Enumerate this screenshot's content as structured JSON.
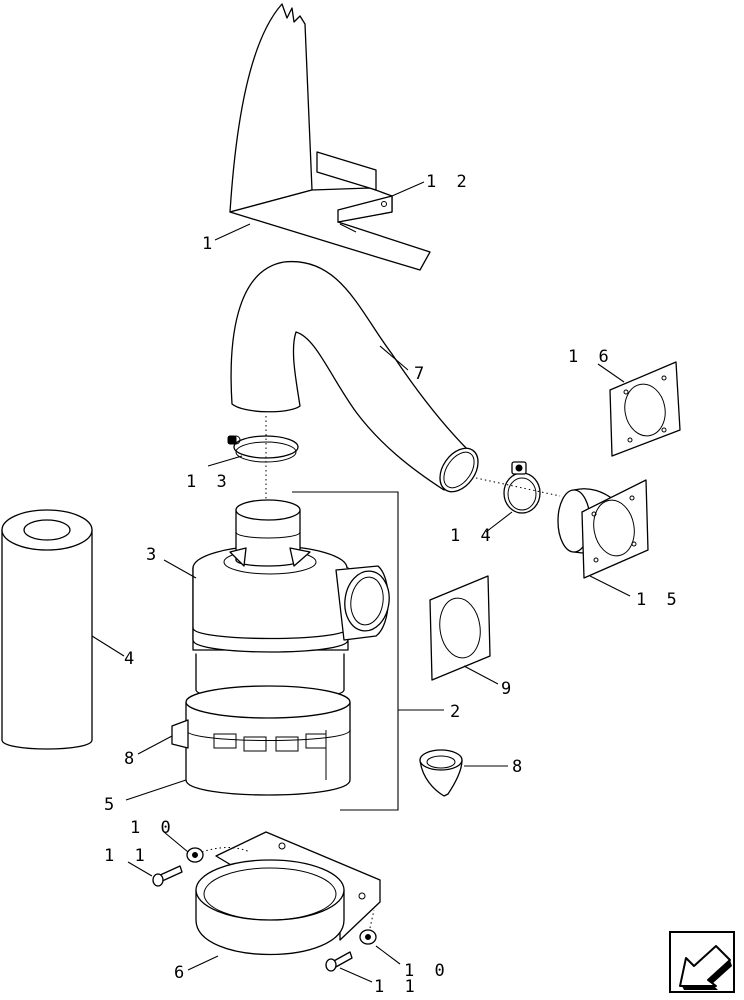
{
  "callouts": {
    "c1": "1",
    "c12": "1 2",
    "c7": "7",
    "c16": "1 6",
    "c13": "1 3",
    "c14": "1 4",
    "c15": "1 5",
    "c3": "3",
    "c4": "4",
    "c9": "9",
    "c2": "2",
    "c8a": "8",
    "c8b": "8",
    "c5": "5",
    "c10a": "1 0",
    "c11a": "1 1",
    "c6": "6",
    "c11b": "1 1",
    "c10b": "1 0"
  },
  "icons": {
    "nav": "return-arrow-icon"
  }
}
